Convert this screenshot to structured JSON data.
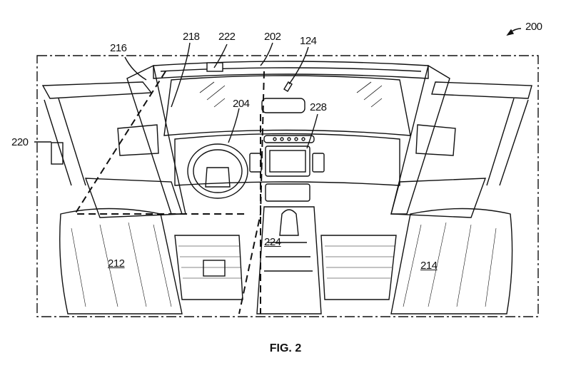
{
  "figure": {
    "caption": "FIG. 2",
    "reference_numeral": "200",
    "labels": {
      "l216": "216",
      "l218": "218",
      "l222": "222",
      "l202": "202",
      "l124": "124",
      "l220": "220",
      "l204": "204",
      "l228": "228",
      "l212": "212",
      "l214": "214",
      "l224": "224"
    }
  }
}
